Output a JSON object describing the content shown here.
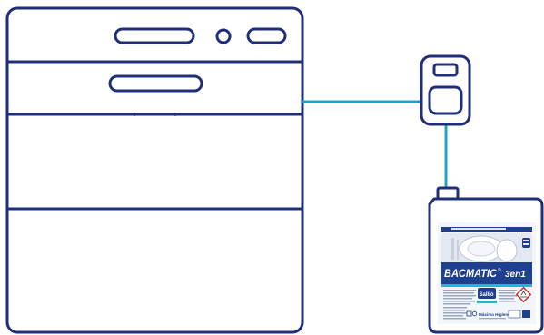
{
  "colors": {
    "outline": "#1f2f7a",
    "connector": "#1aa6c4",
    "label_panel": "#1f3f8f",
    "label_light": "#dfe7f2",
    "accent_cyan": "#22b5d6",
    "warning_red": "#d11a1a"
  },
  "icons": {
    "dishwasher": "dishwasher-icon",
    "dosing_pump": "dosing-pump-icon",
    "canister": "chemical-canister-icon",
    "hazard": "environment-hazard-icon"
  },
  "product": {
    "name": "BACMATIC",
    "registered": "®",
    "variant": "3en1",
    "brand": "Sallió",
    "tagline": "Máxima Higiene"
  }
}
